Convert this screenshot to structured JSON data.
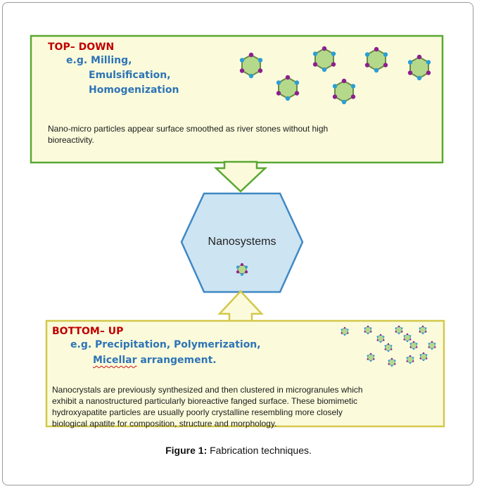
{
  "top_down": {
    "title": "TOP– DOWN",
    "examples": [
      "e.g. Milling,",
      "Emulsification,",
      "Homogenization"
    ],
    "description_lines": [
      "Nano-micro particles  appear surface smoothed  as river stones without high",
      "bioreactivity."
    ]
  },
  "center": {
    "label": "Nanosystems"
  },
  "bottom_up": {
    "title": "BOTTOM– UP",
    "examples": [
      "e.g. Precipitation, Polymerization,",
      "arrangement."
    ],
    "wavy_word": "Micellar",
    "description_lines": [
      "Nanocrystals are previously synthesized and  then clustered in microgranules which",
      "exhibit a nanostructured  particularly bioreactive fanged surface. These biomimetic",
      "hydroxyapatite particles are usually poorly  crystalline resembling more closely",
      "biological apatite for composition,  structure and morphology."
    ]
  },
  "caption": {
    "label": "Figure 1:",
    "text": " Fabrication techniques."
  },
  "colors": {
    "panel_fill": "#fbfbdc",
    "panel_stroke": "#5aa832",
    "bottom_panel_stroke": "#d4c84a",
    "hex_fill": "#cde4f2",
    "hex_stroke": "#3f88c5",
    "particle_fill": "#b5d98a",
    "title_red": "#c00000",
    "example_blue": "#2e74b5"
  }
}
